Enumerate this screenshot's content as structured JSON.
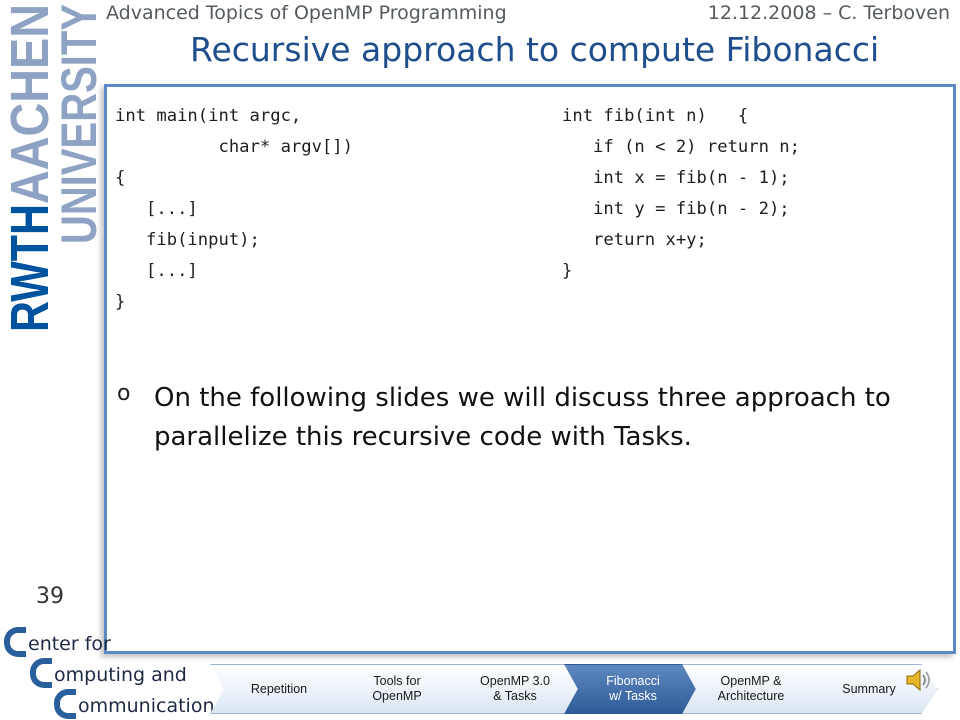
{
  "header": {
    "course": "Advanced Topics of OpenMP Programming",
    "date_author": "12.12.2008 – C. Terboven"
  },
  "slide": {
    "title": "Recursive approach to compute Fibonacci",
    "page_number": "39",
    "code_main": "int main(int argc,\n          char* argv[])\n{\n   [...]\n   fib(input);\n   [...]\n}",
    "code_fib": "int fib(int n)   {\n   if (n < 2) return n;\n   int x = fib(n - 1);\n   int y = fib(n - 2);\n   return x+y;\n}",
    "bullet_marker": "o",
    "bullet_text": "On the following slides we will discuss three approach to parallelize this recursive code with Tasks."
  },
  "logo": {
    "rwth": "RWTH",
    "aachen": "AACHEN",
    "university": "UNIVERSITY",
    "ccc_line1": "enter for",
    "ccc_line2": "omputing and",
    "ccc_line3": "ommunication"
  },
  "nav": [
    {
      "label": "Repetition",
      "active": false
    },
    {
      "label": "Tools for\nOpenMP",
      "active": false
    },
    {
      "label": "OpenMP 3.0\n& Tasks",
      "active": false
    },
    {
      "label": "Fibonacci\nw/ Tasks",
      "active": true
    },
    {
      "label": "OpenMP &\nArchitecture",
      "active": false
    },
    {
      "label": "Summary",
      "active": false
    }
  ],
  "colors": {
    "accent": "#1f4e8c",
    "frame": "#5b8ac7",
    "nav_active": "#2e5b98"
  },
  "icons": {
    "audio": "speaker-icon"
  }
}
